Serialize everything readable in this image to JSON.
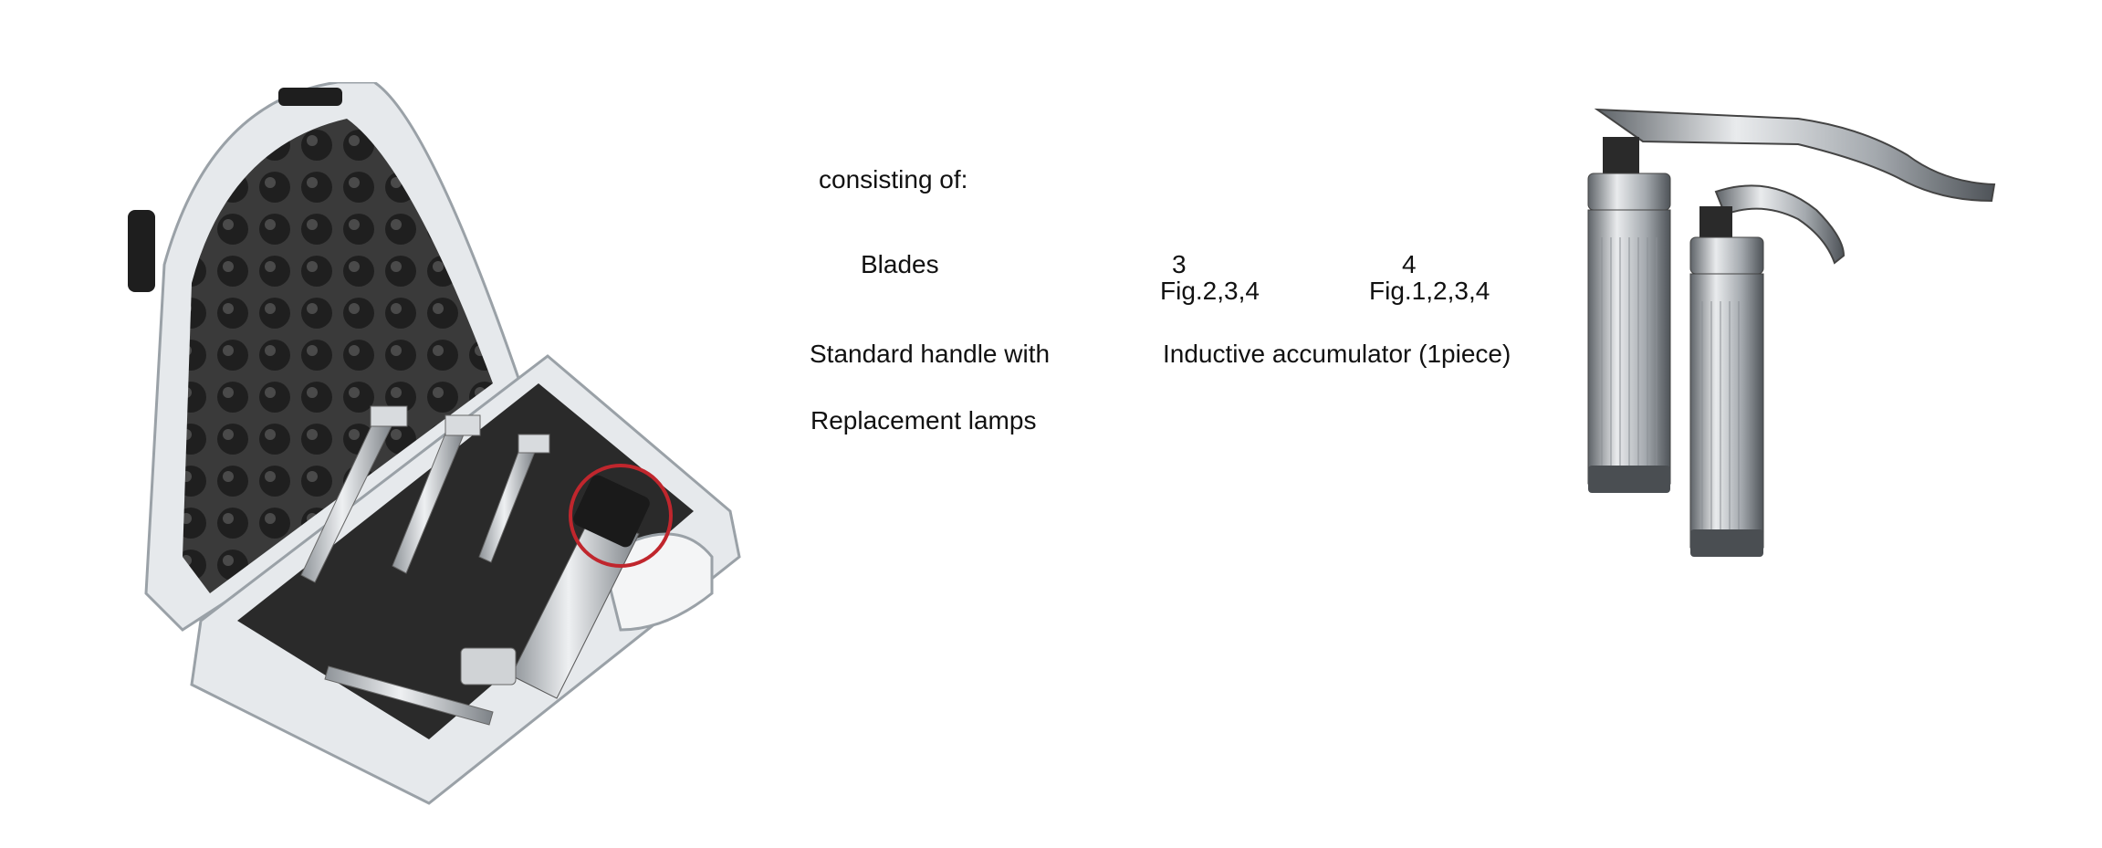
{
  "heading": "consisting of:",
  "blades": {
    "label": "Blades",
    "col1_number": "3",
    "col1_figs": "Fig.2,3,4",
    "col2_number": "4",
    "col2_figs": "Fig.1,2,3,4"
  },
  "handle": {
    "label": "Standard handle with",
    "value": "Inductive accumulator (1piece)"
  },
  "lamps": {
    "label": "Replacement lamps"
  },
  "colors": {
    "case_shell": "#e6e9ec",
    "foam": "#2a2a2a",
    "steel": "#c9cdd1",
    "highlight_ring": "#c0262d"
  }
}
